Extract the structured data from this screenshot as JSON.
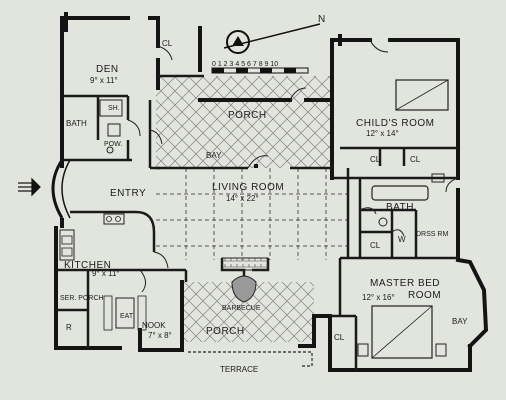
{
  "rooms": {
    "den": {
      "name": "DEN",
      "size": "9° x 11°"
    },
    "childs_room": {
      "name": "CHILD'S ROOM",
      "size": "12° x 14°"
    },
    "living_room": {
      "name": "LIVING ROOM",
      "size": "14° x 22°"
    },
    "master_bed_room": {
      "name": "MASTER BED",
      "name2": "ROOM",
      "size": "12° x 16°"
    },
    "kitchen": {
      "name": "KITCHEN",
      "size": "9° x 11°"
    },
    "nook": {
      "name": "NOOK",
      "size": "7° x 8°"
    },
    "porch_top": {
      "name": "PORCH"
    },
    "porch_bottom": {
      "name": "PORCH"
    },
    "entry": {
      "name": "ENTRY"
    },
    "bath_den": {
      "name": "BATH"
    },
    "bath_main": {
      "name": "BATH"
    }
  },
  "labels": {
    "cl_den": "CL",
    "cl_child_1": "CL",
    "cl_child_2": "CL",
    "cl_bath": "CL",
    "cl_master": "CL",
    "sh": "SH.",
    "pow": "POW.",
    "bay_living": "BAY",
    "bay_master": "BAY",
    "dress_rm": "DRSS RM",
    "w": "W",
    "barbecue": "BARBECUE",
    "terrace": "TERRACE",
    "ser_porch": "SER. PORCH",
    "eat": "EAT",
    "r": "R"
  },
  "compass": {
    "letter": "N",
    "scale_text": "0 1 2 3 4 5 6 7 8 9 10"
  }
}
